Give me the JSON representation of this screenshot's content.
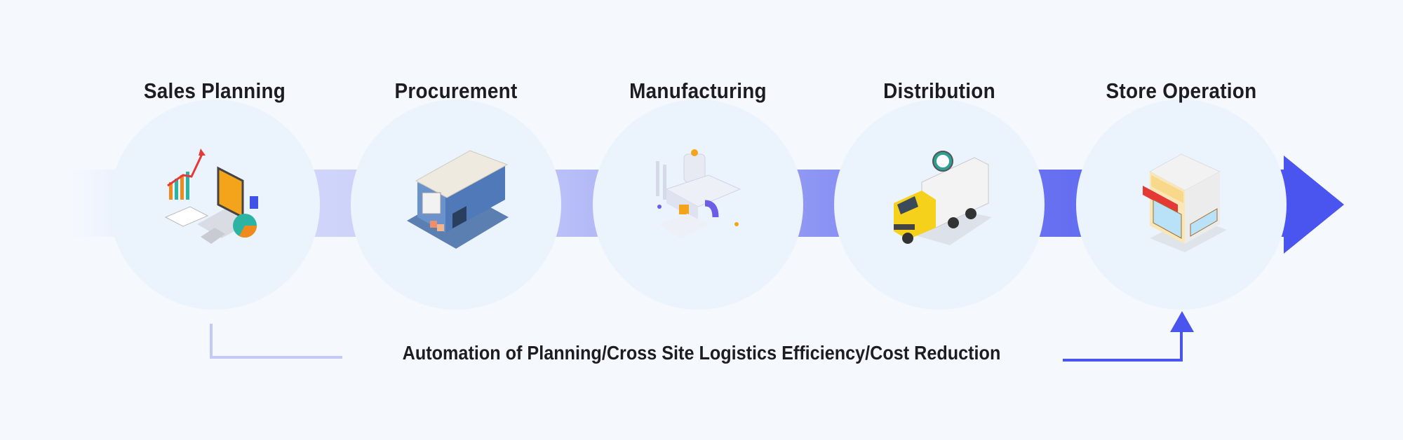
{
  "stages": [
    {
      "label": "Sales Planning",
      "icon": "sales-chart-laptop-icon"
    },
    {
      "label": "Procurement",
      "icon": "warehouse-icon"
    },
    {
      "label": "Manufacturing",
      "icon": "factory-icon"
    },
    {
      "label": "Distribution",
      "icon": "delivery-truck-icon"
    },
    {
      "label": "Store Operation",
      "icon": "store-icon"
    }
  ],
  "caption": "Automation of Planning/Cross Site Logistics Efficiency/Cost Reduction",
  "colors": {
    "background": "#f5f9fe",
    "circle": "#ebf3fd",
    "accent": "#4a55ef",
    "accent_light": "#c4c9f8",
    "text": "#1b1d22"
  }
}
